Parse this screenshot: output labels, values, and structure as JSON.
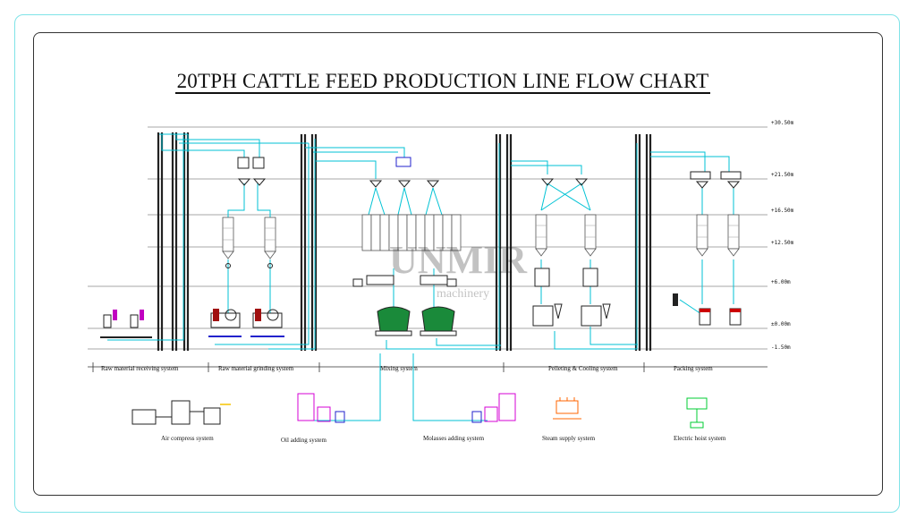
{
  "title": "20TPH CATTLE FEED PRODUCTION LINE FLOW CHART",
  "levels": [
    {
      "label": "+30.50m"
    },
    {
      "label": "+21.50m"
    },
    {
      "label": "+16.50m"
    },
    {
      "label": "+12.50m"
    },
    {
      "label": "+6.00m"
    },
    {
      "label": "±0.00m"
    },
    {
      "label": "-1.50m"
    }
  ],
  "sections": [
    {
      "label": "Raw material receiving system"
    },
    {
      "label": "Raw material grinding system"
    },
    {
      "label": "Mixing system"
    },
    {
      "label": "Pelleting & Cooling system"
    },
    {
      "label": "Packing system"
    }
  ],
  "auxiliary": [
    {
      "label": "Air compress system"
    },
    {
      "label": "Oil adding system"
    },
    {
      "label": "Molasses adding system"
    },
    {
      "label": "Steam supply system"
    },
    {
      "label": "Electric hoist system"
    }
  ],
  "watermark": {
    "text": "UNMIR",
    "sub": "machinery"
  },
  "colors": {
    "flow": "#00c2d4",
    "frame": "#7fe3e8",
    "equipment": "#222222",
    "oil": "#d400d4",
    "steam": "#ff6600",
    "hoist": "#00cc33",
    "accent": "#2222cc"
  }
}
